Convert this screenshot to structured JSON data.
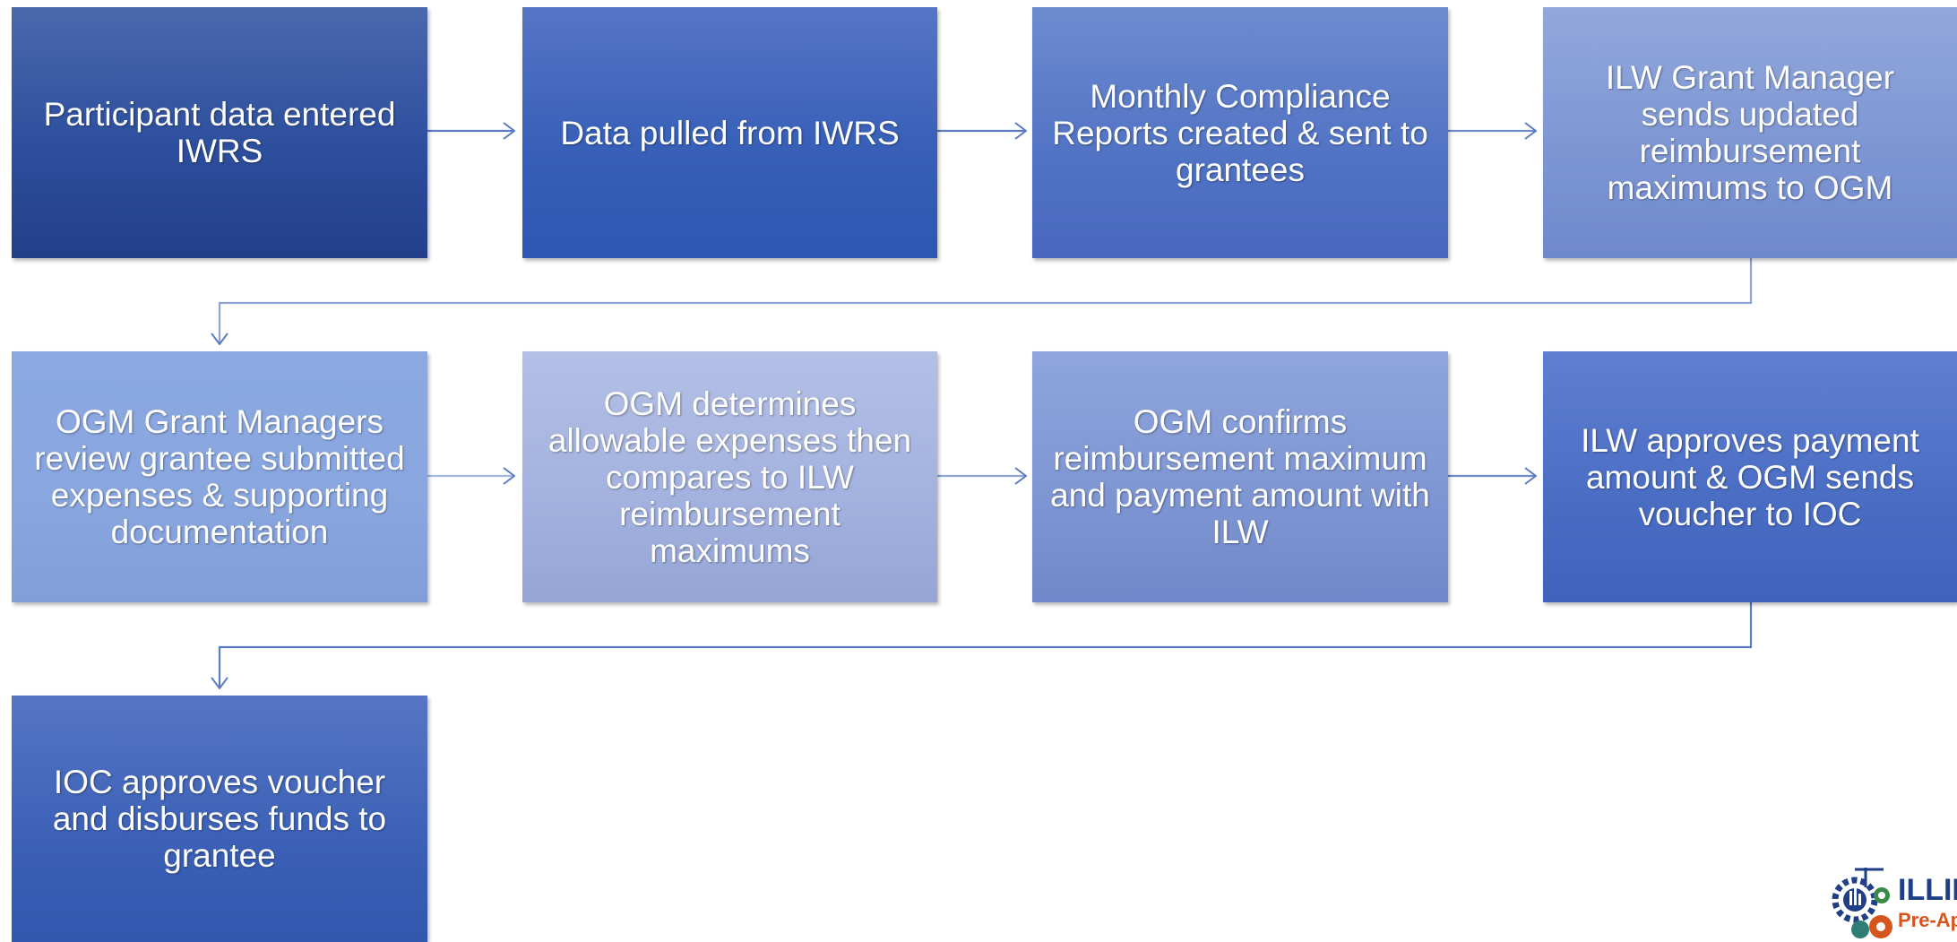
{
  "steps": [
    {
      "text": "Participant data entered IWRS"
    },
    {
      "text": "Data pulled from IWRS"
    },
    {
      "text": "Monthly Compliance Reports created & sent to grantees"
    },
    {
      "text": "ILW Grant Manager sends updated reimbursement maximums to OGM"
    },
    {
      "text": "OGM Grant Managers review grantee submitted expenses & supporting documentation"
    },
    {
      "text": "OGM determines allowable expenses then compares to ILW reimbursement maximums"
    },
    {
      "text": "OGM confirms reimbursement maximum and payment amount with ILW"
    },
    {
      "text": "ILW approves payment amount & OGM sends voucher to IOC"
    },
    {
      "text": "IOC approves voucher and disburses funds to grantee"
    }
  ],
  "logo": {
    "title": "ILLIN",
    "subtitle": "Pre-App"
  }
}
